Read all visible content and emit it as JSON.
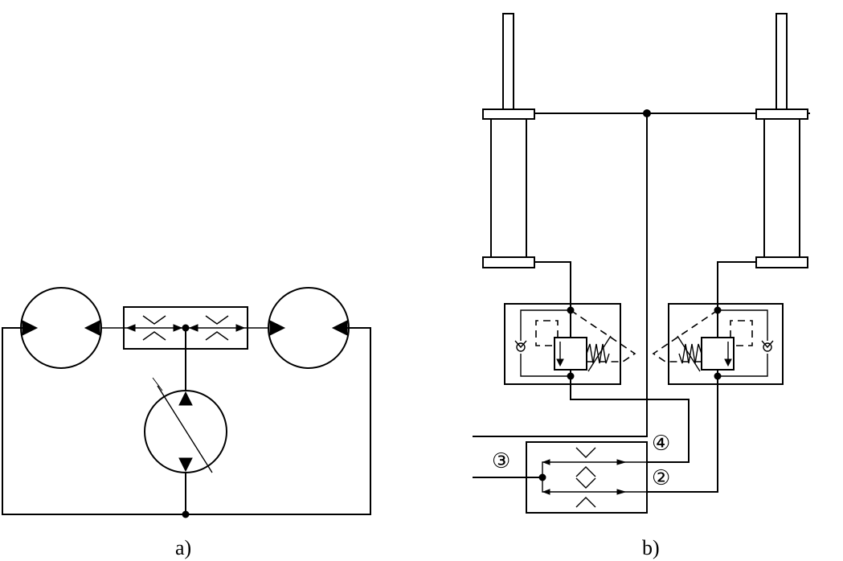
{
  "labels": {
    "panel_a": "a)",
    "panel_b": "b)",
    "port_2": "②",
    "port_3": "③",
    "port_4": "④"
  }
}
